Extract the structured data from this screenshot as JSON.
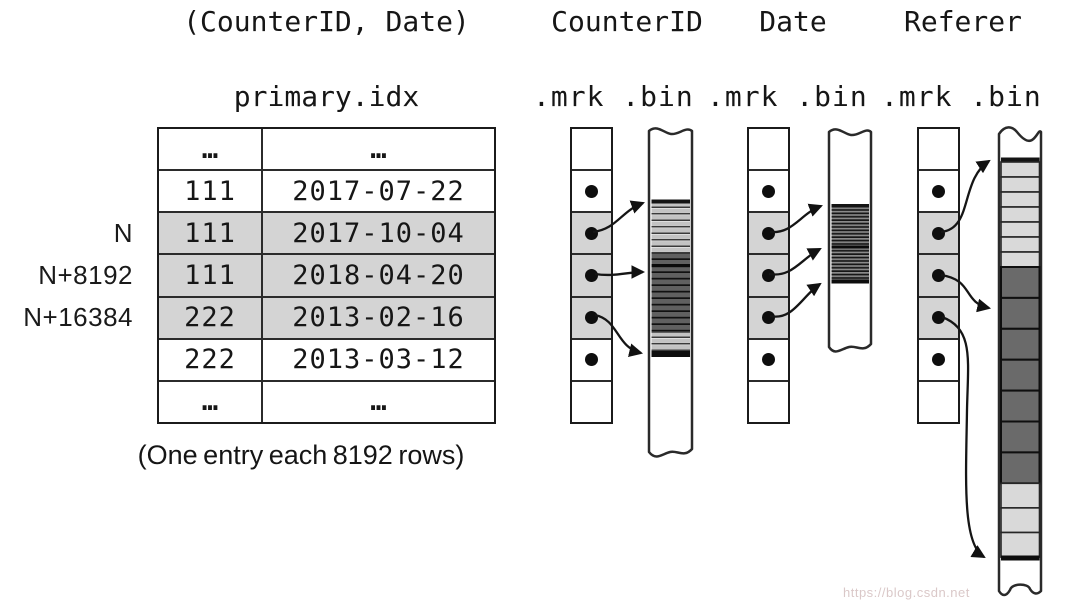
{
  "title": "(CounterID, Date)",
  "primary_index": {
    "file_label": "primary.idx",
    "caption": "(One entry each 8192 rows)",
    "rows": [
      {
        "label": "",
        "counter_id": "…",
        "date": "…",
        "highlight": false
      },
      {
        "label": "",
        "counter_id": "111",
        "date": "2017-07-22",
        "highlight": false
      },
      {
        "label": "N",
        "counter_id": "111",
        "date": "2017-10-04",
        "highlight": true
      },
      {
        "label": "N+8192",
        "counter_id": "111",
        "date": "2018-04-20",
        "highlight": true
      },
      {
        "label": "N+16384",
        "counter_id": "222",
        "date": "2013-02-16",
        "highlight": true
      },
      {
        "label": "",
        "counter_id": "222",
        "date": "2013-03-12",
        "highlight": false
      },
      {
        "label": "",
        "counter_id": "…",
        "date": "…",
        "highlight": false
      }
    ]
  },
  "columns": [
    {
      "name": "CounterID",
      "files_label": ".mrk .bin"
    },
    {
      "name": "Date",
      "files_label": ".mrk .bin"
    },
    {
      "name": "Referer",
      "files_label": ".mrk .bin"
    }
  ],
  "mark_pattern": [
    {
      "dot": false,
      "highlight": false
    },
    {
      "dot": true,
      "highlight": false
    },
    {
      "dot": true,
      "highlight": true
    },
    {
      "dot": true,
      "highlight": true
    },
    {
      "dot": true,
      "highlight": true
    },
    {
      "dot": true,
      "highlight": false
    },
    {
      "dot": false,
      "highlight": false
    }
  ],
  "colors": {
    "highlight": "#d4d4d4",
    "light_block": "#d9d9d9",
    "dark_block": "#6a6a6a",
    "line": "#1a1a1a"
  },
  "watermark": "https://blog.csdn.net"
}
